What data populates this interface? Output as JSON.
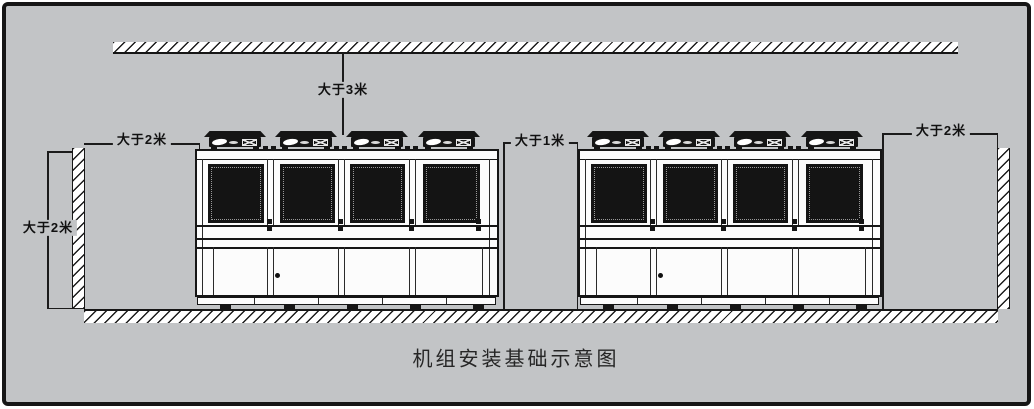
{
  "diagram": {
    "caption": "机组安装基础示意图",
    "clearance_labels": {
      "top": "大于3米",
      "left_horizontal": "大于2米",
      "left_vertical": "大于2米",
      "between_units": "大于1米",
      "right_horizontal": "大于2米"
    },
    "units": {
      "count": 2,
      "fans_per_unit": 4,
      "coil_panels_per_unit": 4
    },
    "colors": {
      "background": "#c2c4c6",
      "line": "#1b1b1b",
      "coil_fill": "#141414",
      "wall_fill": "#ffffff"
    }
  }
}
